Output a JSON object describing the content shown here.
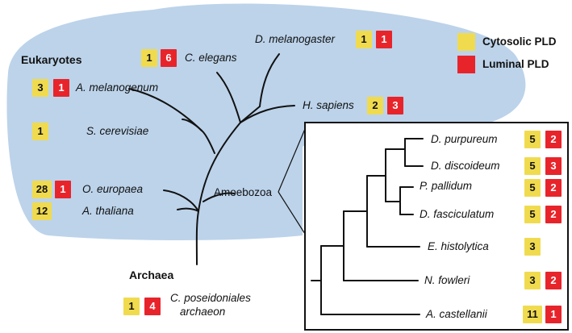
{
  "colors": {
    "eukaryote_bg": "#bcd3ea",
    "cytosolic": "#f0db4f",
    "luminal": "#e8242b",
    "line": "#111111"
  },
  "legend": [
    {
      "label": "Cytosolic PLD",
      "color": "#f0db4f"
    },
    {
      "label": "Luminal PLD",
      "color": "#e8242b"
    }
  ],
  "groups": {
    "eukaryotes": "Eukaryotes",
    "archaea": "Archaea",
    "amoebozoa": "Amoebozoa"
  },
  "main_tree": [
    {
      "name": "D. melanogaster",
      "cytosolic": "1",
      "luminal": "1"
    },
    {
      "name": "C. elegans",
      "cytosolic": "1",
      "luminal": "6"
    },
    {
      "name": "H. sapiens",
      "cytosolic": "2",
      "luminal": "3"
    },
    {
      "name": "A. melanogenum",
      "cytosolic": "3",
      "luminal": "1"
    },
    {
      "name": "S. cerevisiae",
      "cytosolic": "1",
      "luminal": ""
    },
    {
      "name": "O. europaea",
      "cytosolic": "28",
      "luminal": "1"
    },
    {
      "name": "A. thaliana",
      "cytosolic": "12",
      "luminal": ""
    },
    {
      "name": "C. poseidoniales",
      "name_line2": "archaeon",
      "cytosolic": "1",
      "luminal": "4"
    }
  ],
  "amoebozoa_tree": [
    {
      "name": "D. purpureum",
      "cytosolic": "5",
      "luminal": "2"
    },
    {
      "name": "D. discoideum",
      "cytosolic": "5",
      "luminal": "3"
    },
    {
      "name": "P. pallidum",
      "cytosolic": "5",
      "luminal": "2"
    },
    {
      "name": "D. fasciculatum",
      "cytosolic": "5",
      "luminal": "2"
    },
    {
      "name": "E. histolytica",
      "cytosolic": "3",
      "luminal": ""
    },
    {
      "name": "N. fowleri",
      "cytosolic": "3",
      "luminal": "2"
    },
    {
      "name": "A. castellanii",
      "cytosolic": "11",
      "luminal": "1"
    }
  ]
}
